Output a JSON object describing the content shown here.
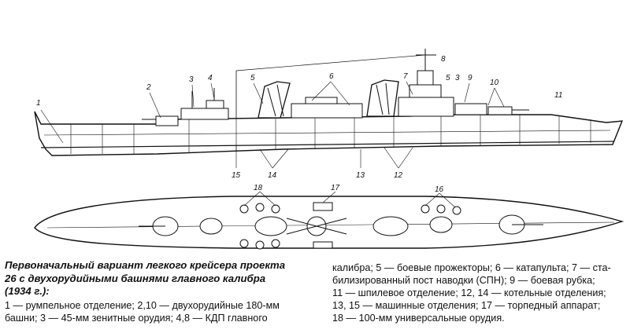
{
  "figure": {
    "title_lines": [
      "Первоначальный вариант легкого крейсера проекта",
      "26 с двухорудийными башнями главного калибра",
      "(1934 г.):"
    ],
    "legend_left_lines": [
      "1 — румпельное отделение; 2,10 — двухорудийные 180-мм",
      "башни; 3 — 45-мм зенитные орудия; 4,8 — КДП главного"
    ],
    "legend_right_lines": [
      "калибра; 5 — боевые прожекторы; 6 — катапульта; 7 — ста-",
      "билизированный пост наводки (СПН); 9 — боевая рубка;",
      "11 — шпилевое отделение; 12, 14 — котельные отделения;",
      "13, 15 — машинные отделения; 17 — торпедный аппарат;",
      "18 — 100-мм универсальные орудия."
    ]
  },
  "callouts": {
    "c1": "1",
    "c2": "2",
    "c3a": "3",
    "c4": "4",
    "c5a": "5",
    "c6": "6",
    "c7": "7",
    "c8": "8",
    "c5b": "5",
    "c3b": "3",
    "c9": "9",
    "c10": "10",
    "c11": "11",
    "c15": "15",
    "c14": "14",
    "c13": "13",
    "c12": "12",
    "c18": "18",
    "c17": "17",
    "c16": "16"
  }
}
